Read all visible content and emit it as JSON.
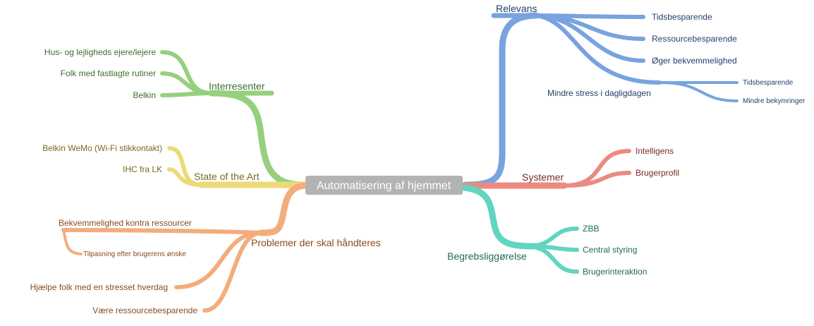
{
  "root": {
    "label": "Automatisering af hjemmet",
    "color": "#b3b3b3"
  },
  "branches": {
    "interessenter": {
      "label": "Interresenter",
      "color": "#8fcf73",
      "text_color": "#3d6f2a",
      "children": [
        "Hus- og lejligheds ejere/lejere",
        "Folk med fastlagte rutiner",
        "Belkin"
      ]
    },
    "state_of_the_art": {
      "label": "State of the Art",
      "color": "#ecd873",
      "text_color": "#7a6a22",
      "children": [
        "Belkin WeMo (Wi-Fi stikkontakt)",
        "IHC fra LK"
      ]
    },
    "problemer": {
      "label": "Problemer der skal håndteres",
      "color": "#f0a670",
      "text_color": "#8a4a1e",
      "children": [
        "Bekvemmelighed kontra ressourcer",
        "Hjælpe folk med en stresset hverdag",
        "Være ressourcebesparende"
      ],
      "sub": [
        "Tilpasning efter brugerens ønske"
      ]
    },
    "relevans": {
      "label": "Relevans",
      "color": "#6f9ee0",
      "text_color": "#24406e",
      "children": [
        "Tidsbesparende",
        "Ressourcebesparende",
        "Øger bekvemmelighed",
        "Mindre stress i dagligdagen"
      ],
      "sub": [
        "Tidsbesparende",
        "Mindre bekymringer"
      ]
    },
    "systemer": {
      "label": "Systemer",
      "color": "#ec8078",
      "text_color": "#7a2a24",
      "children": [
        "Intelligens",
        "Brugerprofil"
      ]
    },
    "begreb": {
      "label": "Begrebsliggørelse",
      "color": "#5dd6c4",
      "text_color": "#1f6a60",
      "children": [
        "ZBB",
        "Central styring",
        "Brugerinteraktion"
      ]
    }
  }
}
